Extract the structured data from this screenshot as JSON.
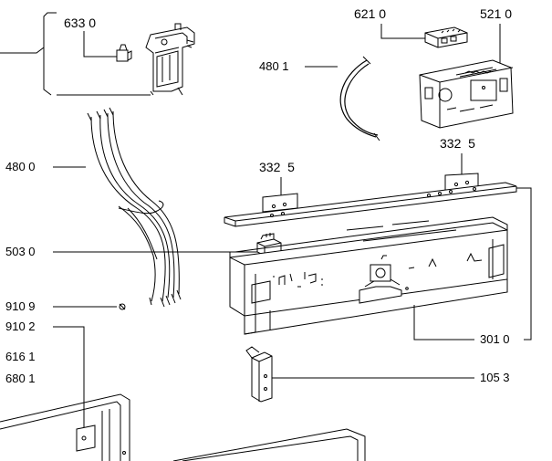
{
  "labels": {
    "p6330": "633 0",
    "p6210": "621 0",
    "p5210": "521 0",
    "p4801": "480 1",
    "p3325_right": "332  5",
    "p3325_left": "332  5",
    "p4800": "480 0",
    "p5030": "503 0",
    "p9109": "910 9",
    "p9102": "910 2",
    "p6161": "616 1",
    "p6801": "680 1",
    "p3010": "301 0",
    "p1053": "105 3"
  },
  "panel_display": {
    "left_readout": "'ח:ט:"
  }
}
